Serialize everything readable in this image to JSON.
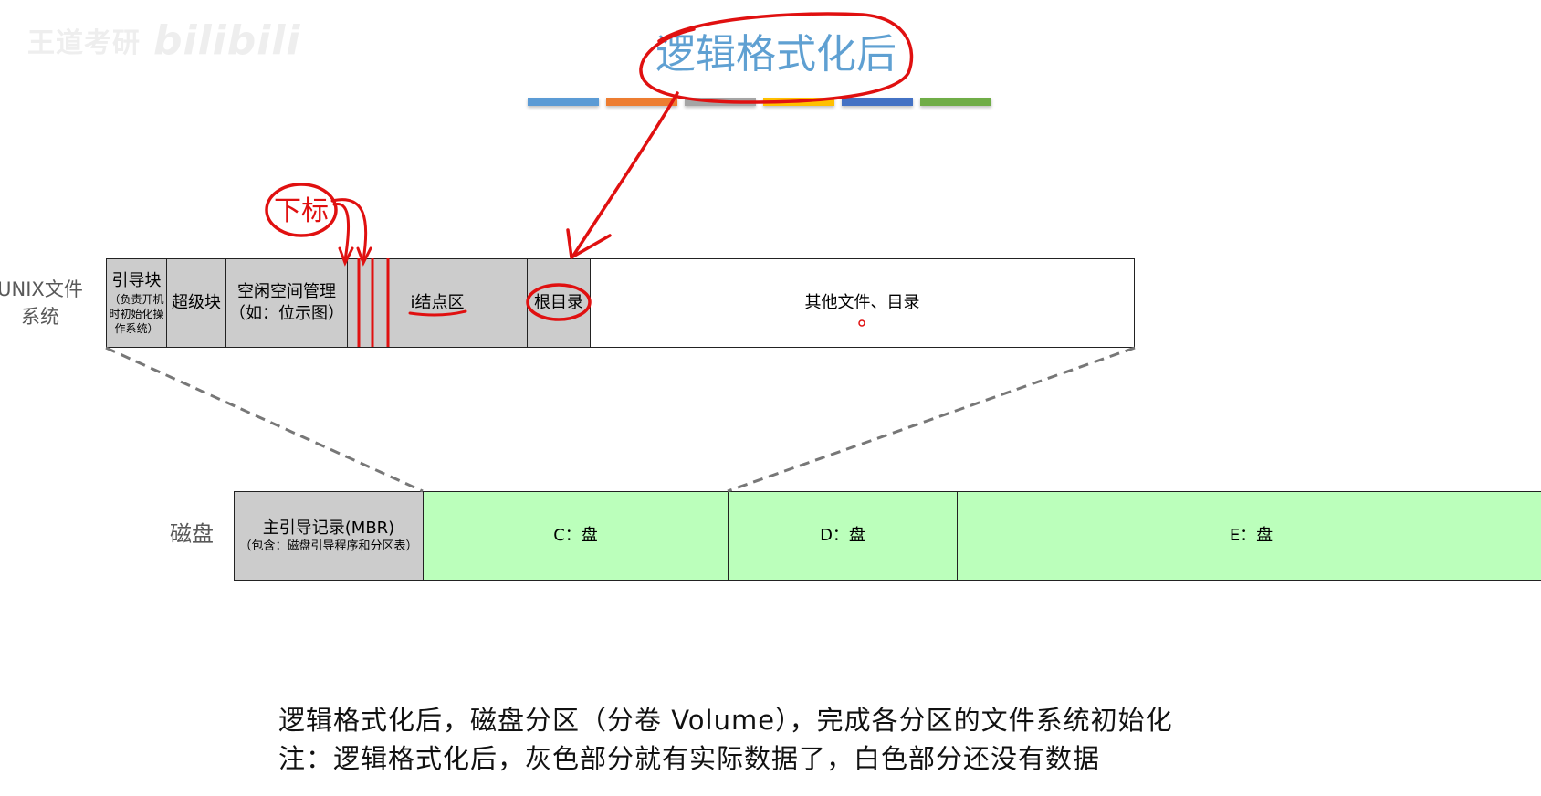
{
  "watermark": {
    "author": "王道考研",
    "brand": "bilibili"
  },
  "title": "逻辑格式化后",
  "color_bar": [
    "#5b9bd5",
    "#ed7d31",
    "#a5a5a5",
    "#ffc000",
    "#4472c4",
    "#70ad47"
  ],
  "unix_row": {
    "label_line1": "UNIX文件",
    "label_line2": "系统",
    "blocks": [
      {
        "line1": "引导块",
        "line2": "（负责开机",
        "line3": "时初始化操",
        "line4": "作系统）"
      },
      {
        "label": "超级块"
      },
      {
        "line1": "空闲空间管理",
        "line2": "（如：位示图）"
      },
      {
        "label": "i结点区"
      },
      {
        "label": "根目录"
      },
      {
        "label": "其他文件、目录"
      }
    ]
  },
  "disk_row": {
    "label": "磁盘",
    "mbr_line1": "主引导记录(MBR)",
    "mbr_line2": "（包含：磁盘引导程序和分区表）",
    "partitions": [
      "C：盘",
      "D：盘",
      "E：盘"
    ]
  },
  "annotation": {
    "handwritten": "下标"
  },
  "notes": [
    "逻辑格式化后，磁盘分区（分卷 Volume），完成各分区的文件系统初始化",
    "注：逻辑格式化后，灰色部分就有实际数据了，白色部分还没有数据"
  ]
}
